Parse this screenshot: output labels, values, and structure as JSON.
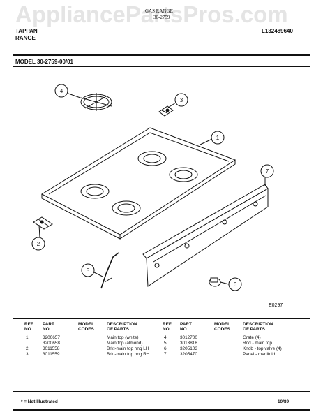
{
  "watermark": "AppliancePartsPros.com",
  "header": {
    "brand": "TAPPAN",
    "product": "RANGE",
    "subtitle": "GAS RANGE",
    "subtitle2": "30-2759",
    "code": "L132489640"
  },
  "model": "MODEL 30-2759-00/01",
  "callouts": [
    "1",
    "2",
    "3",
    "4",
    "5",
    "6",
    "7"
  ],
  "diagram_code": "E0297",
  "table": {
    "headers": {
      "ref": "REF.",
      "ref2": "NO.",
      "part": "PART",
      "part2": "NO.",
      "model": "MODEL",
      "model2": "CODES",
      "desc": "DESCRIPTION",
      "desc2": "OF PARTS"
    },
    "left_rows": [
      {
        "ref": "1",
        "part": "3200657",
        "desc": "Main top (white)"
      },
      {
        "ref": "",
        "part": "3200658",
        "desc": "Main top (almond)"
      },
      {
        "ref": "2",
        "part": "3011558",
        "desc": "Brkt-main top hng LH"
      },
      {
        "ref": "3",
        "part": "3011559",
        "desc": "Brkt-main top hng RH"
      }
    ],
    "right_rows": [
      {
        "ref": "4",
        "part": "3012700",
        "desc": "Grate (4)"
      },
      {
        "ref": "5",
        "part": "3013818",
        "desc": "Rod - main top"
      },
      {
        "ref": "6",
        "part": "3205103",
        "desc": "Knob - top valve (4)"
      },
      {
        "ref": "7",
        "part": "3205470",
        "desc": "Panel - manifold"
      }
    ]
  },
  "footer": {
    "note": "* = Not Illustrated",
    "date": "10/89"
  }
}
